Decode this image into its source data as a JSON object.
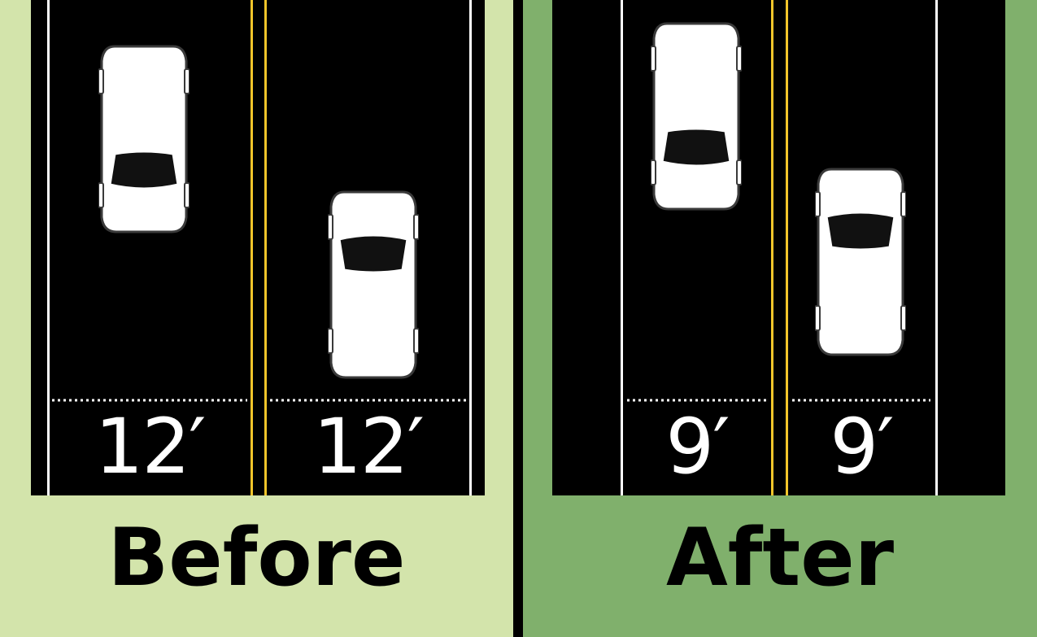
{
  "before": {
    "caption": "Before",
    "lane_widths": [
      "12′",
      "12′"
    ]
  },
  "after": {
    "caption": "After",
    "lane_widths": [
      "9′",
      "9′"
    ]
  },
  "colors": {
    "before_background": "#d3e4ab",
    "after_background": "#80b06c",
    "road": "#000000",
    "lane_line": "#ffffff",
    "center_line": "#f2c52a",
    "car": "#ffffff"
  }
}
